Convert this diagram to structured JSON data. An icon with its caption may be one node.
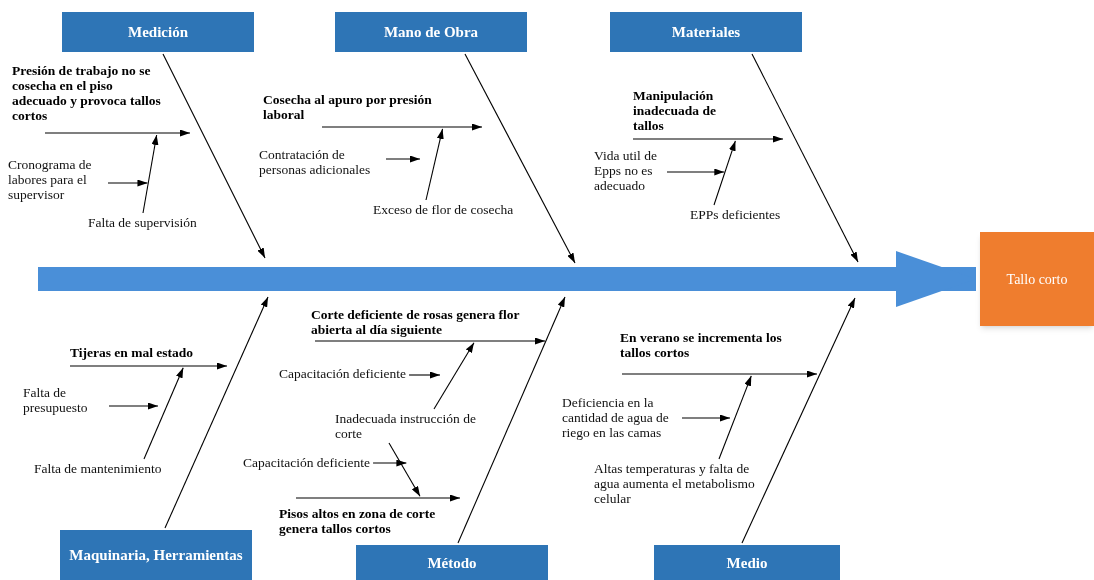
{
  "diagram": {
    "nodes": [
      {
        "text": [
          "Medición"
        ]
      },
      {
        "text": [
          "Presión de trabajo no se cosecha en el piso adecuado y  provoca tallos cortos"
        ]
      },
      {
        "text": [
          "Cronograma de labores para el supervisor"
        ]
      },
      {
        "text": [
          "Falta de supervisión"
        ]
      },
      {
        "text": [
          "Mano de Obra"
        ]
      },
      {
        "text": [
          "Cosecha al apuro por presión laboral"
        ]
      },
      {
        "text": [
          "Contratación de personas adicionales"
        ]
      },
      {
        "text": [
          "Exceso de flor de cosecha"
        ]
      },
      {
        "text": [
          "Materiales"
        ]
      },
      {
        "text": [
          "Manipulación inadecuada de tallos"
        ]
      },
      {
        "text": [
          "Vida util de Epps no es adecuado"
        ]
      },
      {
        "text": [
          "EPPs deficientes"
        ]
      },
      {
        "text": [
          "Tallo corto"
        ]
      },
      {
        "text": [
          "Maquinaria, Herramientas"
        ]
      },
      {
        "text": [
          "Tijeras en mal estado"
        ]
      },
      {
        "text": [
          "Falta de presupuesto"
        ]
      },
      {
        "text": [
          "Falta de mantenimiento"
        ]
      },
      {
        "text": [
          "Método"
        ]
      },
      {
        "text": [
          "Corte deficiente de rosas genera flor abierta al día siguiente"
        ]
      },
      {
        "text": [
          "Capacitación deficiente"
        ]
      },
      {
        "text": [
          "Inadecuada  instrucción de corte"
        ]
      },
      {
        "text": [
          "Capacitación deficiente"
        ]
      },
      {
        "text": [
          "Pisos altos en zona de corte genera tallos cortos"
        ]
      },
      {
        "text": [
          "Medio"
        ]
      },
      {
        "text": [
          "En verano se incrementa los tallos cortos"
        ]
      },
      {
        "text": [
          "Deficiencia en la cantidad de agua de riego en las camas"
        ]
      },
      {
        "text": [
          "Altas temperaturas y falta de agua aumenta el metabolismo celular"
        ]
      }
    ],
    "edges": [
      {
        "from": null,
        "to": 12,
        "arrow": "to",
        "style": "thick",
        "color": "#4a8fd8"
      },
      {
        "from": 0,
        "to": null,
        "arrow": "to"
      },
      {
        "from": 1,
        "to": null,
        "arrow": "to"
      },
      {
        "from": 2,
        "to": 3,
        "arrow": "to"
      },
      {
        "from": 3,
        "to": 1,
        "arrow": "to"
      },
      {
        "from": 4,
        "to": null,
        "arrow": "to"
      },
      {
        "from": 5,
        "to": null,
        "arrow": "to"
      },
      {
        "from": 6,
        "to": null,
        "arrow": "to"
      },
      {
        "from": 7,
        "to": 5,
        "arrow": "to"
      },
      {
        "from": 8,
        "to": null,
        "arrow": "to"
      },
      {
        "from": 9,
        "to": null,
        "arrow": "to"
      },
      {
        "from": 10,
        "to": 11,
        "arrow": "to"
      },
      {
        "from": 11,
        "to": 9,
        "arrow": "to"
      },
      {
        "from": 13,
        "to": null,
        "arrow": "to"
      },
      {
        "from": 14,
        "to": null,
        "arrow": "to"
      },
      {
        "from": 15,
        "to": null,
        "arrow": "to"
      },
      {
        "from": 16,
        "to": 14,
        "arrow": "to"
      },
      {
        "from": 17,
        "to": null,
        "arrow": "to"
      },
      {
        "from": 18,
        "to": null,
        "arrow": "to"
      },
      {
        "from": 19,
        "to": null,
        "arrow": "to"
      },
      {
        "from": 20,
        "to": 18,
        "arrow": "to"
      },
      {
        "from": 20,
        "to": 22,
        "arrow": "to"
      },
      {
        "from": 21,
        "to": 20,
        "arrow": "to"
      },
      {
        "from": 22,
        "to": null,
        "arrow": "to"
      },
      {
        "from": 23,
        "to": null,
        "arrow": "to"
      },
      {
        "from": 24,
        "to": null,
        "arrow": "to"
      },
      {
        "from": 25,
        "to": null,
        "arrow": "to"
      },
      {
        "from": 26,
        "to": 24,
        "arrow": "to"
      }
    ]
  }
}
